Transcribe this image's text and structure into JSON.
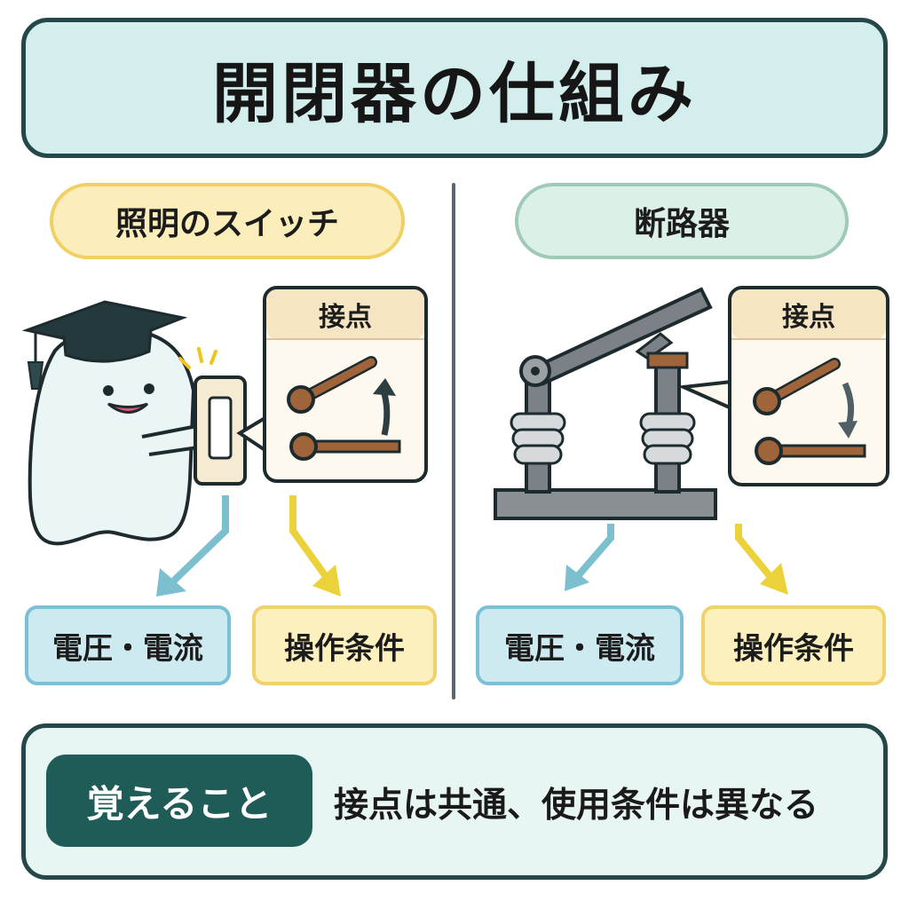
{
  "title": "開閉器の仕組み",
  "left": {
    "heading": "照明のスイッチ",
    "contact_label": "接点",
    "tag_electric": "電圧・電流",
    "tag_operation": "操作条件"
  },
  "right": {
    "heading": "断路器",
    "contact_label": "接点",
    "tag_electric": "電圧・電流",
    "tag_operation": "操作条件"
  },
  "memo": {
    "badge": "覚えること",
    "text": "接点は共通、使用条件は異なる"
  },
  "colors": {
    "title_bg": "#d3eeed",
    "outline": "#24484a",
    "blue_tag": "#cdeaf1",
    "yellow_tag": "#fcf0bf",
    "badge": "#1f5c58",
    "contact": "#a0643a"
  },
  "icons": [
    "ghost-mascot",
    "graduation-cap-icon",
    "wall-switch-icon",
    "disconnector-icon",
    "arrow-down-left-icon",
    "arrow-down-right-icon",
    "rotation-arrow-icon"
  ]
}
